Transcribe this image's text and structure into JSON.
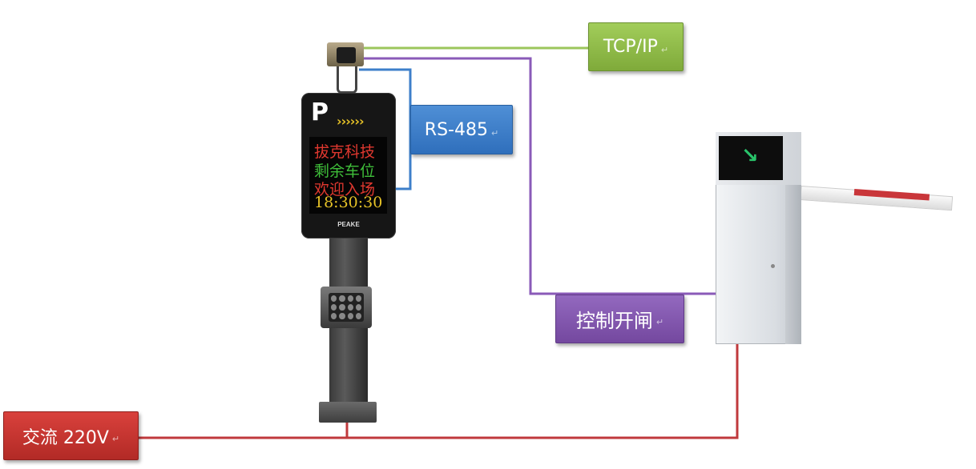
{
  "labels": {
    "tcp": "TCP/IP",
    "rs485": "RS-485",
    "control": "控制开闸",
    "power": "交流 220V",
    "return_mark": "↵"
  },
  "sign": {
    "logo": "P",
    "arrows": "››››››",
    "lines": [
      {
        "text": "拔克科技",
        "color": "#e0382f"
      },
      {
        "text": "剩余车位",
        "color": "#3fbf3a"
      },
      {
        "text": "欢迎入场",
        "color": "#e0382f"
      },
      {
        "text": "18:30:30",
        "color": "#e6c227"
      }
    ],
    "brand": "PEAKE"
  },
  "gate": {
    "arrow": "↘"
  },
  "colors": {
    "tcp": "#8dbb48",
    "rs485": "#3d7fca",
    "control": "#8a5ab8",
    "power": "#c0393c"
  }
}
